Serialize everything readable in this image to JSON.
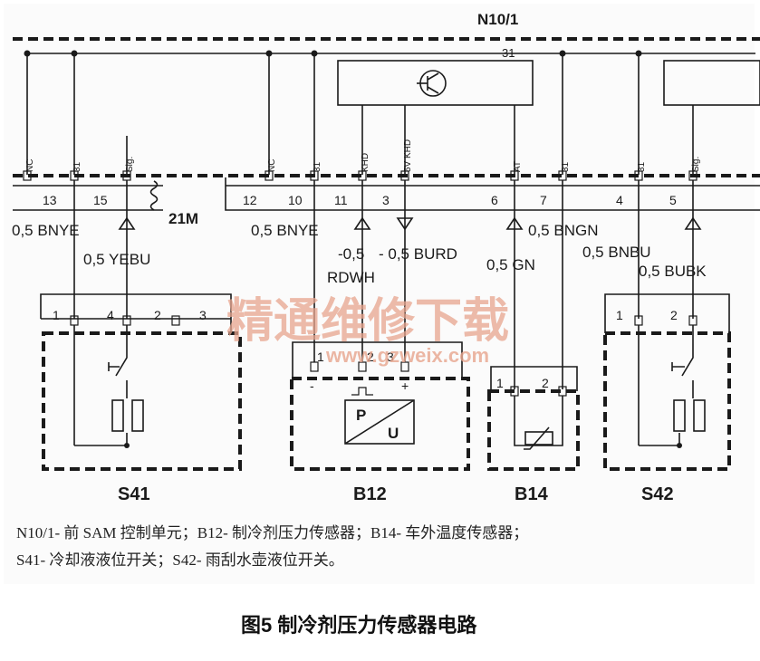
{
  "module_label": "N10/1",
  "bus_label": "31",
  "top_pins": [
    {
      "id": "p1",
      "label": "NC"
    },
    {
      "id": "p2",
      "label": "31"
    },
    {
      "id": "p3",
      "label": "Sig."
    },
    {
      "id": "p4",
      "label": "NC"
    },
    {
      "id": "p5",
      "label": "31"
    },
    {
      "id": "p6",
      "label": "KHD"
    },
    {
      "id": "p7",
      "label": "5V KHD"
    },
    {
      "id": "p8",
      "label": "AT"
    },
    {
      "id": "p9",
      "label": "31"
    },
    {
      "id": "p10",
      "label": "31"
    },
    {
      "id": "p11",
      "label": "Sig."
    }
  ],
  "connector_numbers": [
    "13",
    "15",
    "12",
    "10",
    "11",
    "3",
    "6",
    "7",
    "4",
    "5"
  ],
  "connector_21m": "21M",
  "wire_labels": {
    "w1": "0,5 BNYE",
    "w2": "0,5 YEBU",
    "w3": "0,5 BNYE",
    "w4": "-0,5",
    "w5": "- 0,5 BURD",
    "w6": "RDWH",
    "w7": "0,5 BNGN",
    "w8": "0,5 GN",
    "w9": "0,5 BNBU",
    "w10": "0,5 BUBK"
  },
  "component_pins": {
    "s41": [
      "1",
      "4",
      "2",
      "3"
    ],
    "b12": [
      "1",
      "2",
      "3"
    ],
    "b12_terms": [
      "-",
      "+"
    ],
    "b14": [
      "1",
      "2"
    ],
    "s42": [
      "1",
      "2"
    ]
  },
  "sensor_symbol": {
    "p": "P",
    "u": "U"
  },
  "components": {
    "s41": "S41",
    "b12": "B12",
    "b14": "B14",
    "s42": "S42"
  },
  "caption_line1": "N10/1- 前 SAM 控制单元；B12- 制冷剂压力传感器；B14- 车外温度传感器；",
  "caption_line2": "S41- 冷却液液位开关；S42- 雨刮水壶液位开关。",
  "figure_title": "图5 制冷剂压力传感器电路",
  "watermark": "精通维修下载",
  "watermark_url": "www.gzweix.com"
}
